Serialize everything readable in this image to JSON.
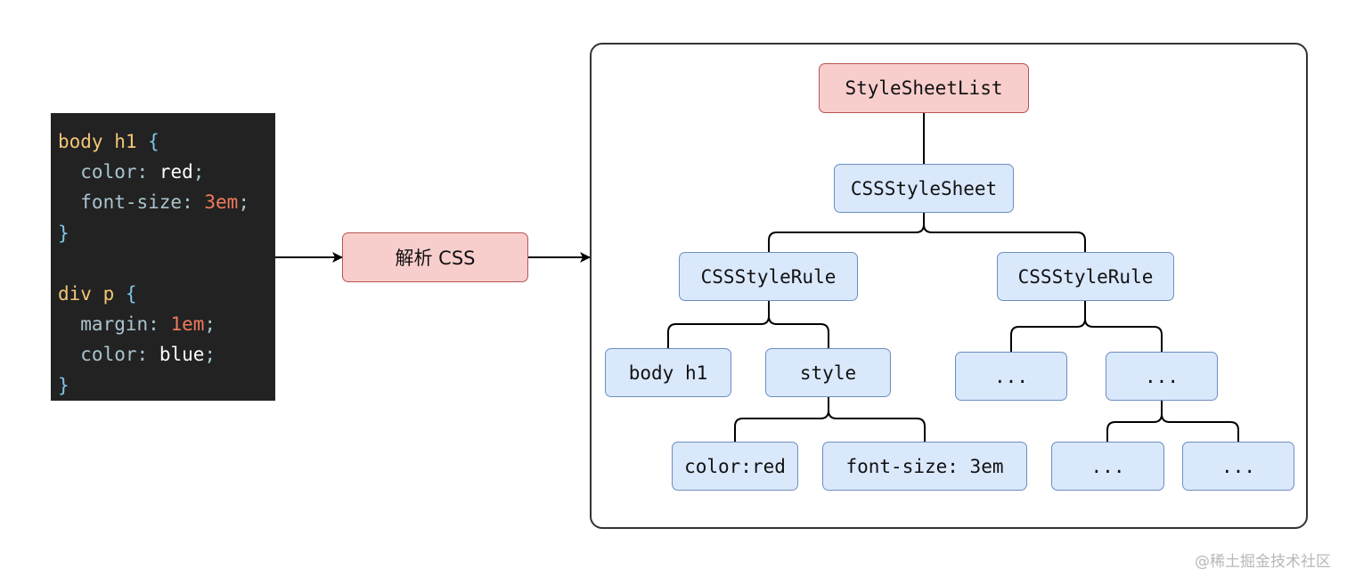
{
  "code_block": {
    "lines": [
      [
        {
          "t": "body h1",
          "c": "sel"
        },
        {
          "t": " ",
          "c": "punc"
        },
        {
          "t": "{",
          "c": "brace"
        }
      ],
      [
        {
          "t": "  color",
          "c": "prop"
        },
        {
          "t": ": ",
          "c": "punc"
        },
        {
          "t": "red",
          "c": "val"
        },
        {
          "t": ";",
          "c": "punc"
        }
      ],
      [
        {
          "t": "  font-size",
          "c": "prop"
        },
        {
          "t": ": ",
          "c": "punc"
        },
        {
          "t": "3em",
          "c": "num"
        },
        {
          "t": ";",
          "c": "punc"
        }
      ],
      [
        {
          "t": "}",
          "c": "brace"
        }
      ],
      [
        {
          "t": "",
          "c": "punc"
        }
      ],
      [
        {
          "t": "div p",
          "c": "sel"
        },
        {
          "t": " ",
          "c": "punc"
        },
        {
          "t": "{",
          "c": "brace"
        }
      ],
      [
        {
          "t": "  margin",
          "c": "prop"
        },
        {
          "t": ": ",
          "c": "punc"
        },
        {
          "t": "1em",
          "c": "num"
        },
        {
          "t": ";",
          "c": "punc"
        }
      ],
      [
        {
          "t": "  color",
          "c": "prop"
        },
        {
          "t": ": ",
          "c": "punc"
        },
        {
          "t": "blue",
          "c": "val"
        },
        {
          "t": ";",
          "c": "punc"
        }
      ],
      [
        {
          "t": "}",
          "c": "brace"
        }
      ]
    ]
  },
  "parse_step": {
    "label": "解析 CSS"
  },
  "tree": {
    "root": "StyleSheetList",
    "sheet": "CSSStyleSheet",
    "rule_left": "CSSStyleRule",
    "rule_right": "CSSStyleRule",
    "selector": "body h1",
    "style": "style",
    "decl_color": "color:red",
    "decl_font_size": "font-size: 3em",
    "ellipsis": "..."
  },
  "colors": {
    "blue_fill": "#dae8fc",
    "blue_stroke": "#6c8ebf",
    "red_fill": "#f8cecc",
    "red_stroke": "#b85450",
    "code_bg": "#222222"
  },
  "watermark": {
    "text": "@稀土掘金技术社区"
  }
}
